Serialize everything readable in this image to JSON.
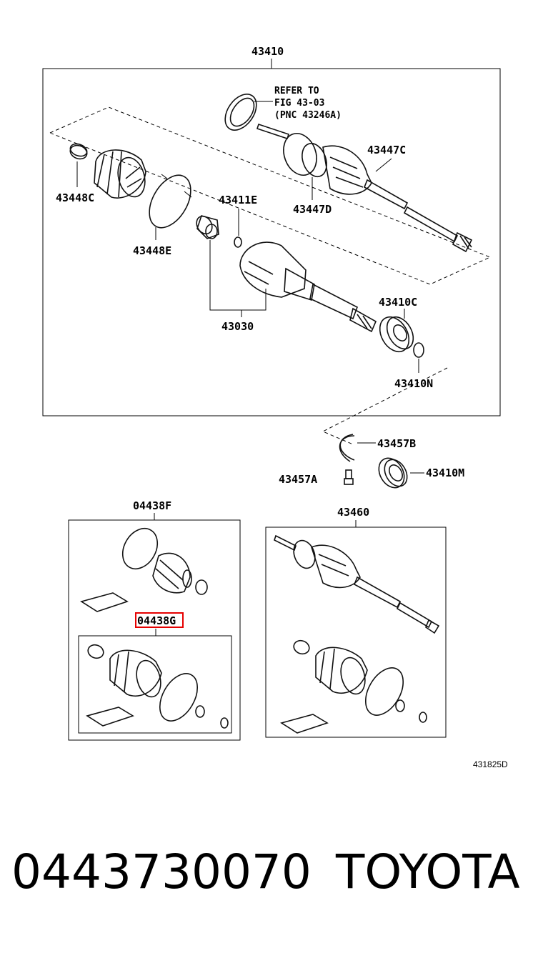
{
  "diagram": {
    "top_assembly": {
      "number": "43410",
      "note": [
        "REFER TO",
        "FIG 43-03",
        "(PNC 43246A)"
      ],
      "parts": [
        "43447C",
        "43448C",
        "43411E",
        "43447D",
        "43448E",
        "43030",
        "43410C",
        "43410N"
      ]
    },
    "loose_parts": [
      "43457B",
      "43457A",
      "43410M"
    ],
    "kit_left": {
      "number": "04438F",
      "highlighted_part": "04438G"
    },
    "kit_right": {
      "number": "43460"
    },
    "drawing_code": "431825D"
  },
  "footer": {
    "part_number": "0443730070",
    "brand": "TOYOTA"
  },
  "colors": {
    "highlight": "#e60000",
    "ink": "#000000"
  }
}
